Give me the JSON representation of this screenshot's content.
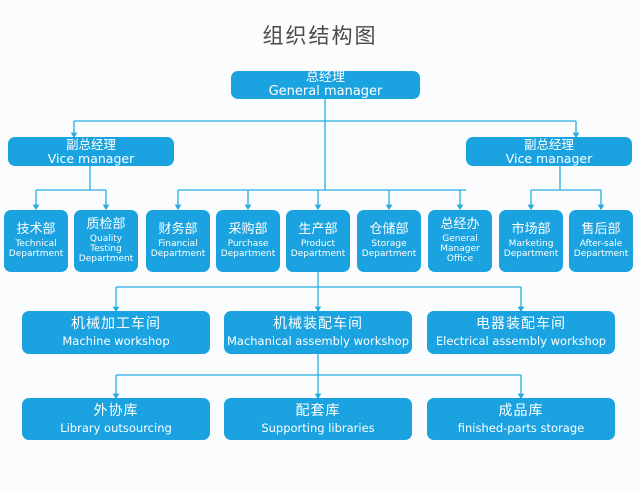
{
  "page": {
    "title": "组织结构图",
    "background_color": "#fbfcfd",
    "node_color": "#1aa3e0",
    "line_color": "#29abe2",
    "text_color": "#ffffff",
    "title_color": "#4a4a4a"
  },
  "nodes": {
    "general_manager": {
      "cn": "总经理",
      "en": "General manager"
    },
    "vice_manager_left": {
      "cn": "副总经理",
      "en": "Vice manager"
    },
    "vice_manager_right": {
      "cn": "副总经理",
      "en": "Vice manager"
    }
  },
  "departments": [
    {
      "cn": "技术部",
      "en": "Technical Department"
    },
    {
      "cn": "质检部",
      "en": "Quality Testing Department"
    },
    {
      "cn": "财务部",
      "en": "Financial Department"
    },
    {
      "cn": "采购部",
      "en": "Purchase Department"
    },
    {
      "cn": "生产部",
      "en": "Product Department"
    },
    {
      "cn": "仓储部",
      "en": "Storage Department"
    },
    {
      "cn": "总经办",
      "en": "General Manager Office"
    },
    {
      "cn": "市场部",
      "en": "Marketing Department"
    },
    {
      "cn": "售后部",
      "en": "After-sale Department"
    }
  ],
  "workshops": [
    {
      "cn": "机械加工车间",
      "en": "Machine workshop"
    },
    {
      "cn": "机械装配车间",
      "en": "Machanical assembly workshop"
    },
    {
      "cn": "电器装配车间",
      "en": "Electrical assembly workshop"
    }
  ],
  "libraries": [
    {
      "cn": "外协库",
      "en": "Library outsourcing"
    },
    {
      "cn": "配套库",
      "en": "Supporting libraries"
    },
    {
      "cn": "成品库",
      "en": "finished-parts storage"
    }
  ]
}
